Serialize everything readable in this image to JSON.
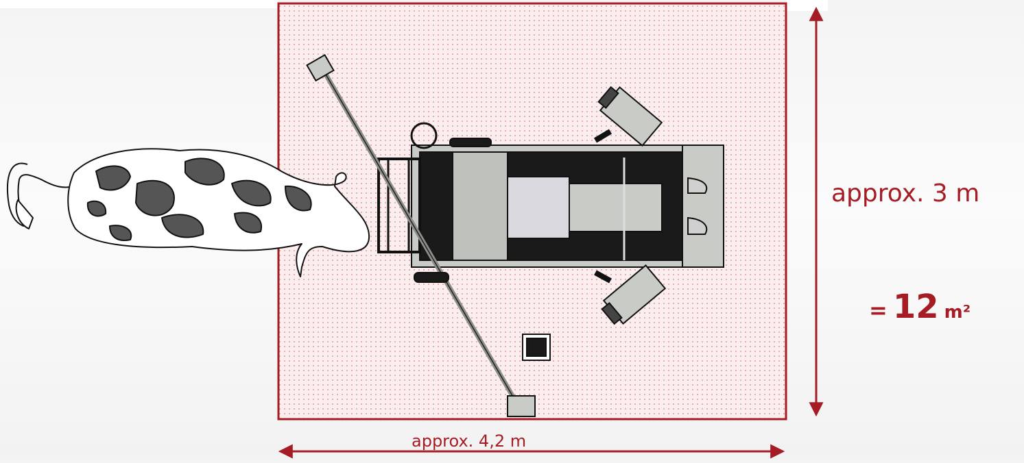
{
  "colors": {
    "accent": "#a51c24",
    "dot": "#d97a80",
    "box_fill": "#fbeeee",
    "machine_dark": "#1a1a1a",
    "machine_light": "#c9cbc6",
    "cow_spot": "#555555"
  },
  "icons": {
    "cow": "cow-topview-icon",
    "machine": "claw-trimming-crate-icon"
  },
  "labels": {
    "height": "approx. 3 m",
    "width": "approx. 4,2 m",
    "area_prefix": "=",
    "area_value": "12",
    "area_unit": "m²"
  }
}
